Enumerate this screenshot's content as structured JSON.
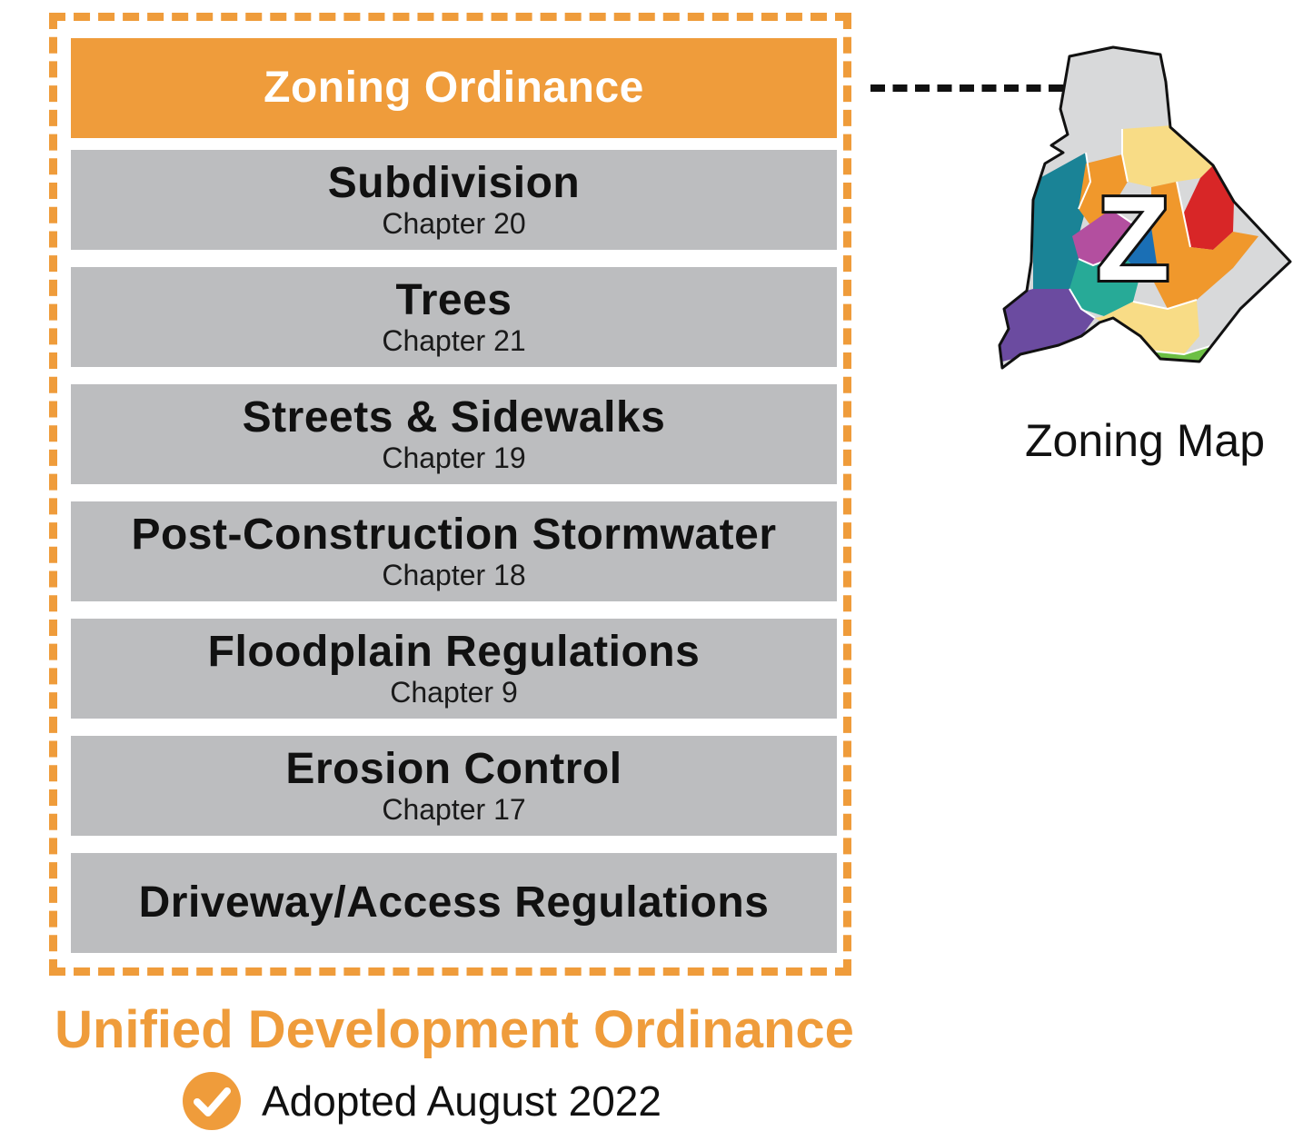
{
  "ordinance": {
    "title": "Zoning Ordinance"
  },
  "chapters": [
    {
      "title": "Subdivision",
      "chapter": "Chapter 20"
    },
    {
      "title": "Trees",
      "chapter": "Chapter 21"
    },
    {
      "title": "Streets & Sidewalks",
      "chapter": "Chapter 19"
    },
    {
      "title": "Post-Construction Stormwater",
      "chapter": "Chapter 18"
    },
    {
      "title": "Floodplain Regulations",
      "chapter": "Chapter 9"
    },
    {
      "title": "Erosion Control",
      "chapter": "Chapter 17"
    },
    {
      "title": "Driveway/Access Regulations",
      "chapter": ""
    }
  ],
  "map": {
    "label": "Zoning Map",
    "letter": "Z"
  },
  "udo": {
    "title": "Unified Development Ordinance",
    "adopted": "Adopted August 2022",
    "icon": "check-circle-icon"
  },
  "colors": {
    "accent": "#ef9c3b",
    "block": "#bcbdbf"
  }
}
